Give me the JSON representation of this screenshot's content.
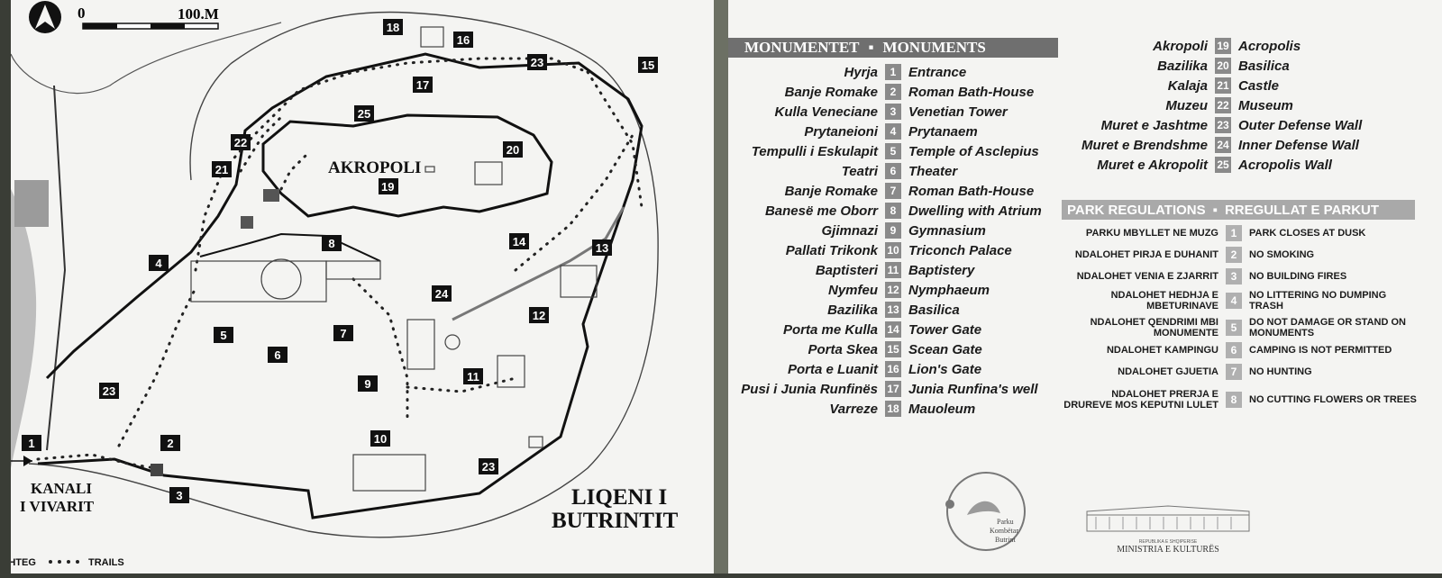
{
  "map": {
    "scale_zero": "0",
    "scale_end": "100.M",
    "akropoli_label": "AKROPOLI",
    "akropoli_number": "19",
    "kanali_line1": "KANALI",
    "kanali_line2": "I VIVARIT",
    "liqeni_line1": "LIQENI I",
    "liqeni_line2": "BUTRINTIT",
    "trails_left": "SHTEG",
    "trails_right": "TRAILS",
    "markers": [
      "1",
      "2",
      "3",
      "4",
      "5",
      "6",
      "7",
      "8",
      "9",
      "10",
      "11",
      "12",
      "13",
      "14",
      "15",
      "16",
      "17",
      "18",
      "20",
      "21",
      "22",
      "23",
      "23",
      "23",
      "24",
      "25"
    ]
  },
  "legend": {
    "monuments_header_left": "MONUMENTET",
    "monuments_header_right": "MONUMENTS",
    "monuments": [
      {
        "num": "1",
        "sq": "Hyrja",
        "en": "Entrance"
      },
      {
        "num": "2",
        "sq": "Banje Romake",
        "en": "Roman Bath-House"
      },
      {
        "num": "3",
        "sq": "Kulla Veneciane",
        "en": "Venetian Tower"
      },
      {
        "num": "4",
        "sq": "Prytaneioni",
        "en": "Prytanaem"
      },
      {
        "num": "5",
        "sq": "Tempulli i Eskulapit",
        "en": "Temple of Asclepius"
      },
      {
        "num": "6",
        "sq": "Teatri",
        "en": "Theater"
      },
      {
        "num": "7",
        "sq": "Banje Romake",
        "en": "Roman Bath-House"
      },
      {
        "num": "8",
        "sq": "Banesë me Oborr",
        "en": "Dwelling with Atrium"
      },
      {
        "num": "9",
        "sq": "Gjimnazi",
        "en": "Gymnasium"
      },
      {
        "num": "10",
        "sq": "Pallati Trikonk",
        "en": "Triconch Palace"
      },
      {
        "num": "11",
        "sq": "Baptisteri",
        "en": "Baptistery"
      },
      {
        "num": "12",
        "sq": "Nymfeu",
        "en": "Nymphaeum"
      },
      {
        "num": "13",
        "sq": "Bazilika",
        "en": "Basilica"
      },
      {
        "num": "14",
        "sq": "Porta me Kulla",
        "en": "Tower Gate"
      },
      {
        "num": "15",
        "sq": "Porta Skea",
        "en": "Scean Gate"
      },
      {
        "num": "16",
        "sq": "Porta e Luanit",
        "en": "Lion's Gate"
      },
      {
        "num": "17",
        "sq": "Pusi i Junia Runfinës",
        "en": "Junia Runfina's well"
      },
      {
        "num": "18",
        "sq": "Varreze",
        "en": "Mauoleum"
      }
    ],
    "monuments_b": [
      {
        "num": "19",
        "sq": "Akropoli",
        "en": "Acropolis"
      },
      {
        "num": "20",
        "sq": "Bazilika",
        "en": "Basilica"
      },
      {
        "num": "21",
        "sq": "Kalaja",
        "en": "Castle"
      },
      {
        "num": "22",
        "sq": "Muzeu",
        "en": "Museum"
      },
      {
        "num": "23",
        "sq": "Muret e Jashtme",
        "en": "Outer Defense Wall"
      },
      {
        "num": "24",
        "sq": "Muret e Brendshme",
        "en": "Inner Defense Wall"
      },
      {
        "num": "25",
        "sq": "Muret e Akropolit",
        "en": "Acropolis Wall"
      }
    ],
    "regs_header_left": "PARK REGULATIONS",
    "regs_header_right": "RREGULLAT E PARKUT",
    "regulations": [
      {
        "num": "1",
        "sq": "PARKU MBYLLET NE MUZG",
        "en": "PARK CLOSES AT DUSK"
      },
      {
        "num": "2",
        "sq": "NDALOHET PIRJA E DUHANIT",
        "en": "NO SMOKING"
      },
      {
        "num": "3",
        "sq": "NDALOHET VENIA E ZJARRIT",
        "en": "NO BUILDING FIRES"
      },
      {
        "num": "4",
        "sq": "NDALOHET HEDHJA E MBETURINAVE",
        "en": "NO LITTERING NO DUMPING TRASH"
      },
      {
        "num": "5",
        "sq": "NDALOHET QENDRIMI MBI MONUMENTE",
        "en": "DO NOT DAMAGE OR STAND ON MONUMENTS"
      },
      {
        "num": "6",
        "sq": "NDALOHET KAMPINGU",
        "en": "CAMPING IS NOT PERMITTED"
      },
      {
        "num": "7",
        "sq": "NDALOHET GJUETIA",
        "en": "NO HUNTING"
      },
      {
        "num": "8",
        "sq": "NDALOHET PRERJA E DRUREVE MOS KEPUTNI LULET",
        "en": "NO CUTTING FLOWERS OR TREES"
      }
    ],
    "logo_text_1": "Parku",
    "logo_text_2": "Kombëtar",
    "logo_text_3": "Butrint",
    "ministry_small": "REPUBLIKA E SHQIPERISE",
    "ministry_name": "MINISTRIA E KULTURËS"
  }
}
